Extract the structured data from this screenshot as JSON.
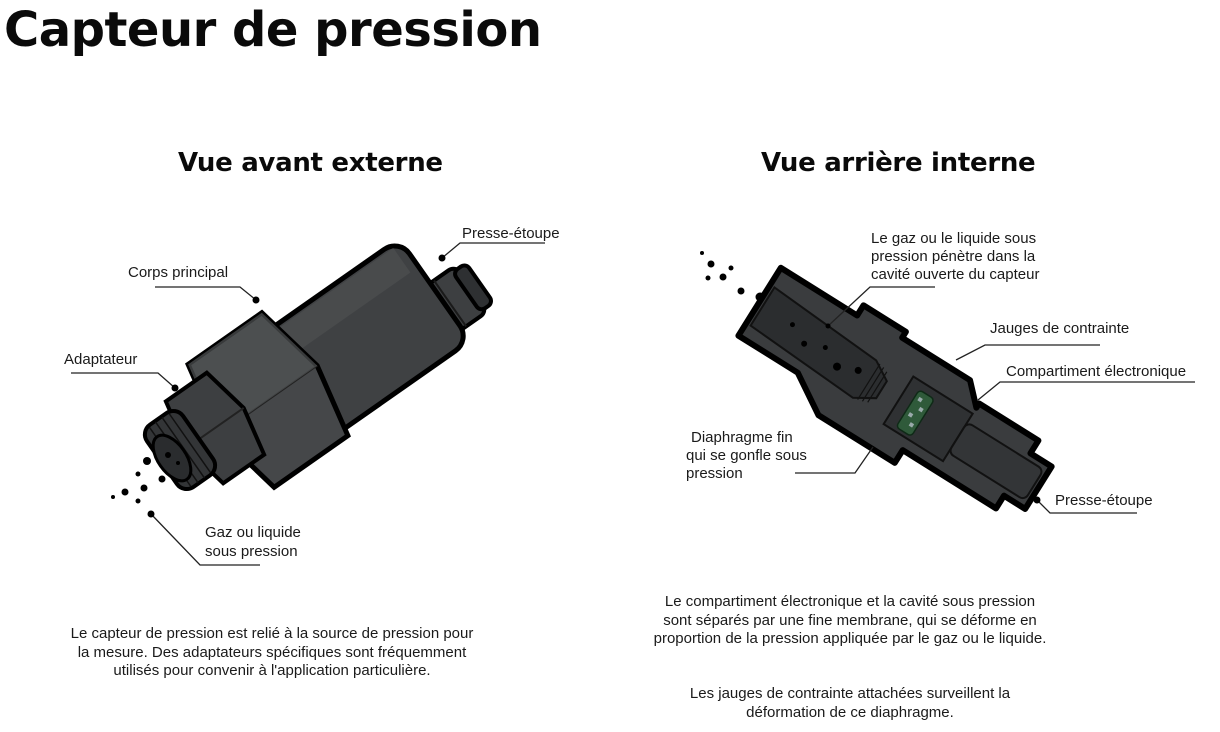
{
  "page": {
    "title": "Capteur de pression"
  },
  "panels": [
    {
      "heading": "Vue avant externe",
      "labels": {
        "corps": "Corps principal",
        "adaptateur": "Adaptateur",
        "presse": "Presse-étoupe",
        "gaz_line1": "Gaz ou liquide",
        "gaz_line2": "sous pression"
      },
      "description": "Le capteur de pression est relié à la source de pression pour la mesure. Des adaptateurs spécifiques sont fréquemment utilisés pour convenir à l'application particulière."
    },
    {
      "heading": "Vue arrière interne",
      "labels": {
        "cavite_line1": "Le gaz ou le liquide sous",
        "cavite_line2": "pression pénètre dans la",
        "cavite_line3": "cavité ouverte du capteur",
        "jauges": "Jauges de contrainte",
        "compartiment": "Compartiment électronique",
        "diaphragme_line1": "Diaphragme fin",
        "diaphragme_line2": "qui se gonfle sous",
        "diaphragme_line3": "pression",
        "presse": "Presse-étoupe"
      },
      "description_p1": "Le compartiment électronique et la cavité sous pression sont séparés par une fine membrane, qui se déforme en proportion de la pression appliquée par le gaz ou le liquide.",
      "description_p2": "Les jauges de contrainte attachées surveillent la déformation de ce diaphragme."
    }
  ],
  "colors": {
    "body_dark": "#3a3c3e",
    "body_mid": "#4a4c4e",
    "outline": "#000000",
    "pcb_green": "#2f5a3a"
  }
}
